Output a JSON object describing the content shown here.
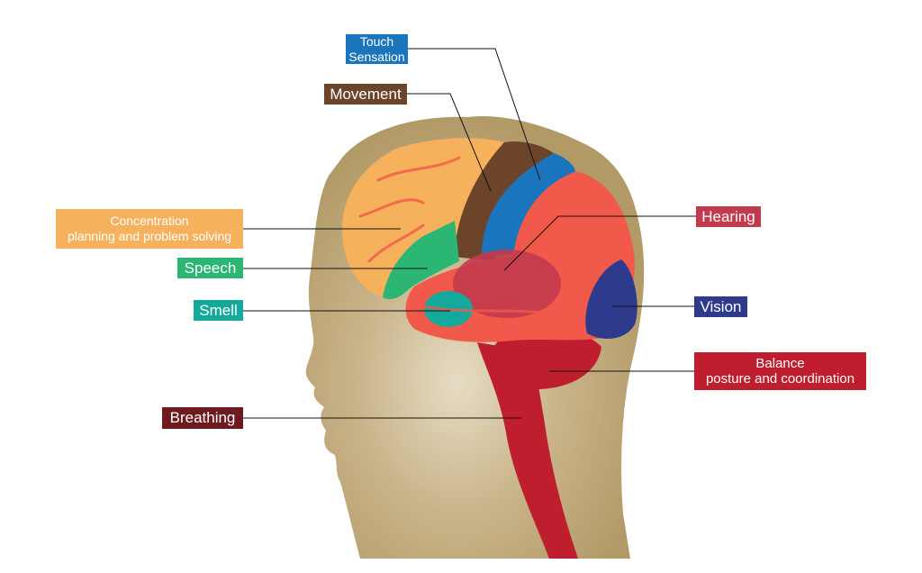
{
  "labels": {
    "touch": {
      "line1": "Touch",
      "line2": "Sensation",
      "color": "#1b75bc"
    },
    "movement": {
      "text": "Movement",
      "color": "#6b4429"
    },
    "concentration": {
      "line1": "Concentration",
      "line2": "planning and problem solving",
      "color": "#f6b15d"
    },
    "speech": {
      "text": "Speech",
      "color": "#2bb673"
    },
    "smell": {
      "text": "Smell",
      "color": "#14a99b"
    },
    "breathing": {
      "text": "Breathing",
      "color": "#6d1b1f"
    },
    "hearing": {
      "text": "Hearing",
      "color": "#c23a4e"
    },
    "vision": {
      "text": "Vision",
      "color": "#2e3a8c"
    },
    "balance": {
      "line1": "Balance",
      "line2": "posture and coordination",
      "color": "#be1e2d"
    }
  }
}
